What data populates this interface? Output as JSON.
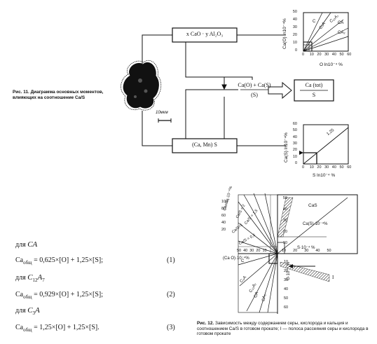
{
  "fig11": {
    "caption_bold": "Рис. 11.",
    "caption_text": "Диаграмма основных моментов, влияющих на соотношение Ca/S",
    "box_top": "x CaO · y Al₂O₃",
    "box_middle_num": "Ca(O) + Ca(S)",
    "box_middle_den": "(S)",
    "box_right_num": "Ca (tot)",
    "box_right_den": "S",
    "box_bottom": "(Ca, Mn) S",
    "scale": "10мкм",
    "top_chart": {
      "ylabel": "Ca(O) ln10⁻⁴%",
      "xlabel": "O ln10⁻⁴ %",
      "yticks": [
        "0",
        "10",
        "20",
        "30",
        "40",
        "50"
      ],
      "xticks": [
        "0",
        "10",
        "20",
        "30",
        "40",
        "50",
        "60"
      ],
      "lines": [
        "C",
        "C₃A",
        "C₁₂A₇",
        "CA",
        "CA₂"
      ]
    },
    "bottom_chart": {
      "ylabel": "Ca(S) ln10⁻⁴%",
      "xlabel": "S ln10⁻⁴ %",
      "yticks": [
        "0",
        "10",
        "20",
        "30",
        "40",
        "50",
        "60"
      ],
      "xticks": [
        "0",
        "10",
        "20",
        "30",
        "40",
        "50",
        "60"
      ],
      "line_label": "1,25"
    }
  },
  "fig12": {
    "caption_bold": "Рис. 12.",
    "caption_text": "Зависимость между содержанием серы, кислорода и кальция и соотношением Ca/S в готовом прокате; I — полоса рассеяния серы и кислорода в готовом прокате",
    "labels": {
      "cas": "CaS",
      "ca_s_axis": "Ca(S)·10⁻⁴%",
      "ca_o_axis": "(Ca O)·10⁻⁴%",
      "s_axis": "S·10⁻⁴ %",
      "o_axis": "O·10⁻⁴ %",
      "cat_axis": "Caобщ·10⁻⁴%",
      "cas_ratio": "Ca/S = 2",
      "cas_ratio_b": "Ca/S = 1,5",
      "cas_ratio_c": "Ca/S=1",
      "cas_ratio_d": "Ca/S = 0,5",
      "band": "I",
      "C": "C",
      "C3A": "C₃A",
      "C12A7": "C₁₂A₇",
      "CA": "CA",
      "CA2": "CA₂"
    },
    "ticks_top": [
      "50",
      "40",
      "30",
      "20",
      "10"
    ],
    "ticks_left": [
      "50",
      "40",
      "30",
      "20",
      "10"
    ],
    "ticks_right": [
      "10",
      "20",
      "30",
      "40",
      "50"
    ],
    "ticks_bottom": [
      "10",
      "20",
      "30",
      "40",
      "50",
      "60"
    ],
    "ticks_diag": [
      "100",
      "80",
      "60",
      "40",
      "20"
    ]
  },
  "formulas": [
    {
      "label_pre": "для ",
      "label_main": "CA",
      "label_sub": "",
      "lhs": "Ca",
      "lhs_sub": "общ",
      "rhs": " = 0,625×[O] + 1,25×[S];",
      "number": "(1)"
    },
    {
      "label_pre": "для ",
      "label_main": "C",
      "label_sub": "12",
      "label_rest": "A",
      "label_sub2": "7",
      "lhs": "Ca",
      "lhs_sub": "общ",
      "rhs": " = 0,929×[O] + 1,25×[S];",
      "number": "(2)"
    },
    {
      "label_pre": "для ",
      "label_main": "C",
      "label_sub": "3",
      "label_rest": "A",
      "label_sub2": "",
      "lhs": "Ca",
      "lhs_sub": "общ",
      "rhs": " = 1,25×[O] + 1,25×[S].",
      "number": "(3)"
    }
  ]
}
